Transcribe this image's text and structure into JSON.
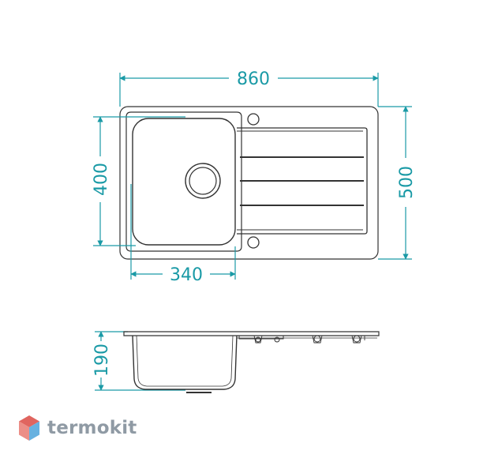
{
  "dimensions": {
    "overall_width": "860",
    "overall_depth": "500",
    "bowl_depth_top": "400",
    "bowl_width": "340",
    "bowl_height": "190"
  },
  "brand": {
    "name": "termokit"
  },
  "colors": {
    "dimension": "#1a9aa6",
    "outline": "#333333",
    "logo_red": "#e0655f",
    "logo_blue": "#67b1e0",
    "brand_text": "#8f9aa4"
  }
}
